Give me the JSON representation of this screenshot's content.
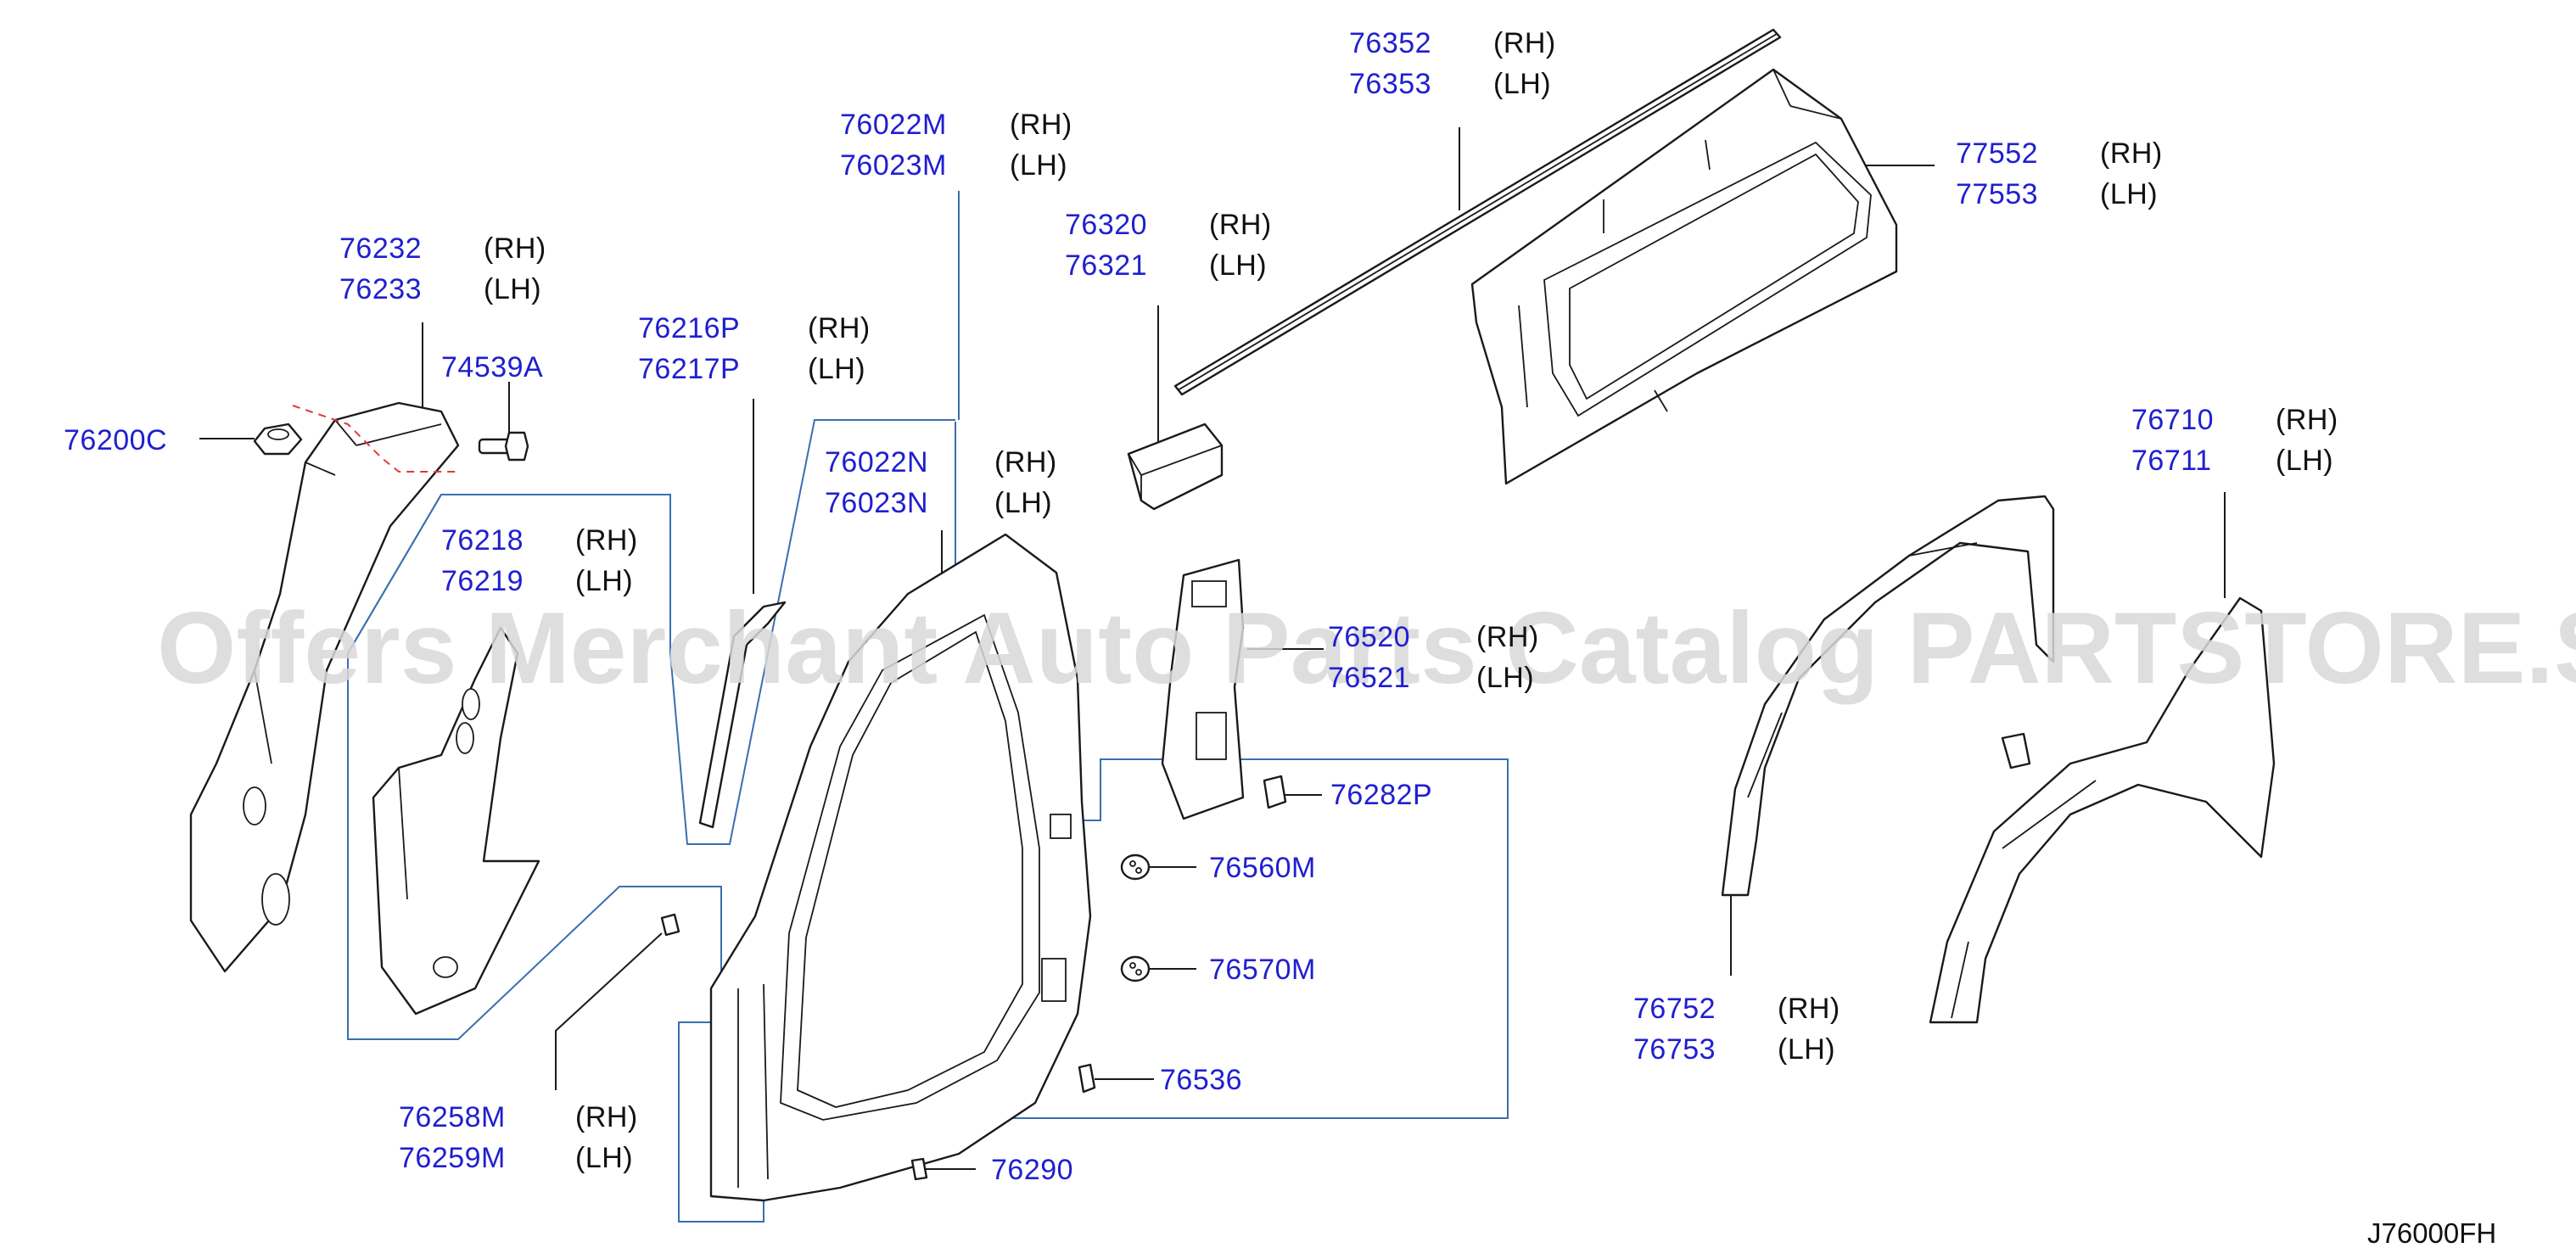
{
  "diagram": {
    "code": "J76000FH",
    "watermark": "Offers Merchant Auto Parts Catalog PARTSTORE.SA",
    "colors": {
      "part_number": "#1f1fd0",
      "group_line": "#3a6fb0",
      "dashed_ref": "#e03a3a",
      "watermark": "#d9d9d9"
    },
    "side_labels": {
      "rh": "(RH)",
      "lh": "(LH)"
    },
    "callouts": {
      "c76352": {
        "rh": "76352",
        "lh": "76353"
      },
      "c76022M": {
        "rh": "76022M",
        "lh": "76023M"
      },
      "c77552": {
        "rh": "77552",
        "lh": "77553"
      },
      "c76320": {
        "rh": "76320",
        "lh": "76321"
      },
      "c76232": {
        "rh": "76232",
        "lh": "76233"
      },
      "c76216P": {
        "rh": "76216P",
        "lh": "76217P"
      },
      "c74539A": {
        "single": "74539A"
      },
      "c76200C": {
        "single": "76200C"
      },
      "c76710": {
        "rh": "76710",
        "lh": "76711"
      },
      "c76022N": {
        "rh": "76022N",
        "lh": "76023N"
      },
      "c76218": {
        "rh": "76218",
        "lh": "76219"
      },
      "c76520": {
        "rh": "76520",
        "lh": "76521"
      },
      "c76282P": {
        "single": "76282P"
      },
      "c76560M": {
        "single": "76560M"
      },
      "c76570M": {
        "single": "76570M"
      },
      "c76752": {
        "rh": "76752",
        "lh": "76753"
      },
      "c76536": {
        "single": "76536"
      },
      "c76258M": {
        "rh": "76258M",
        "lh": "76259M"
      },
      "c76290": {
        "single": "76290"
      }
    }
  }
}
